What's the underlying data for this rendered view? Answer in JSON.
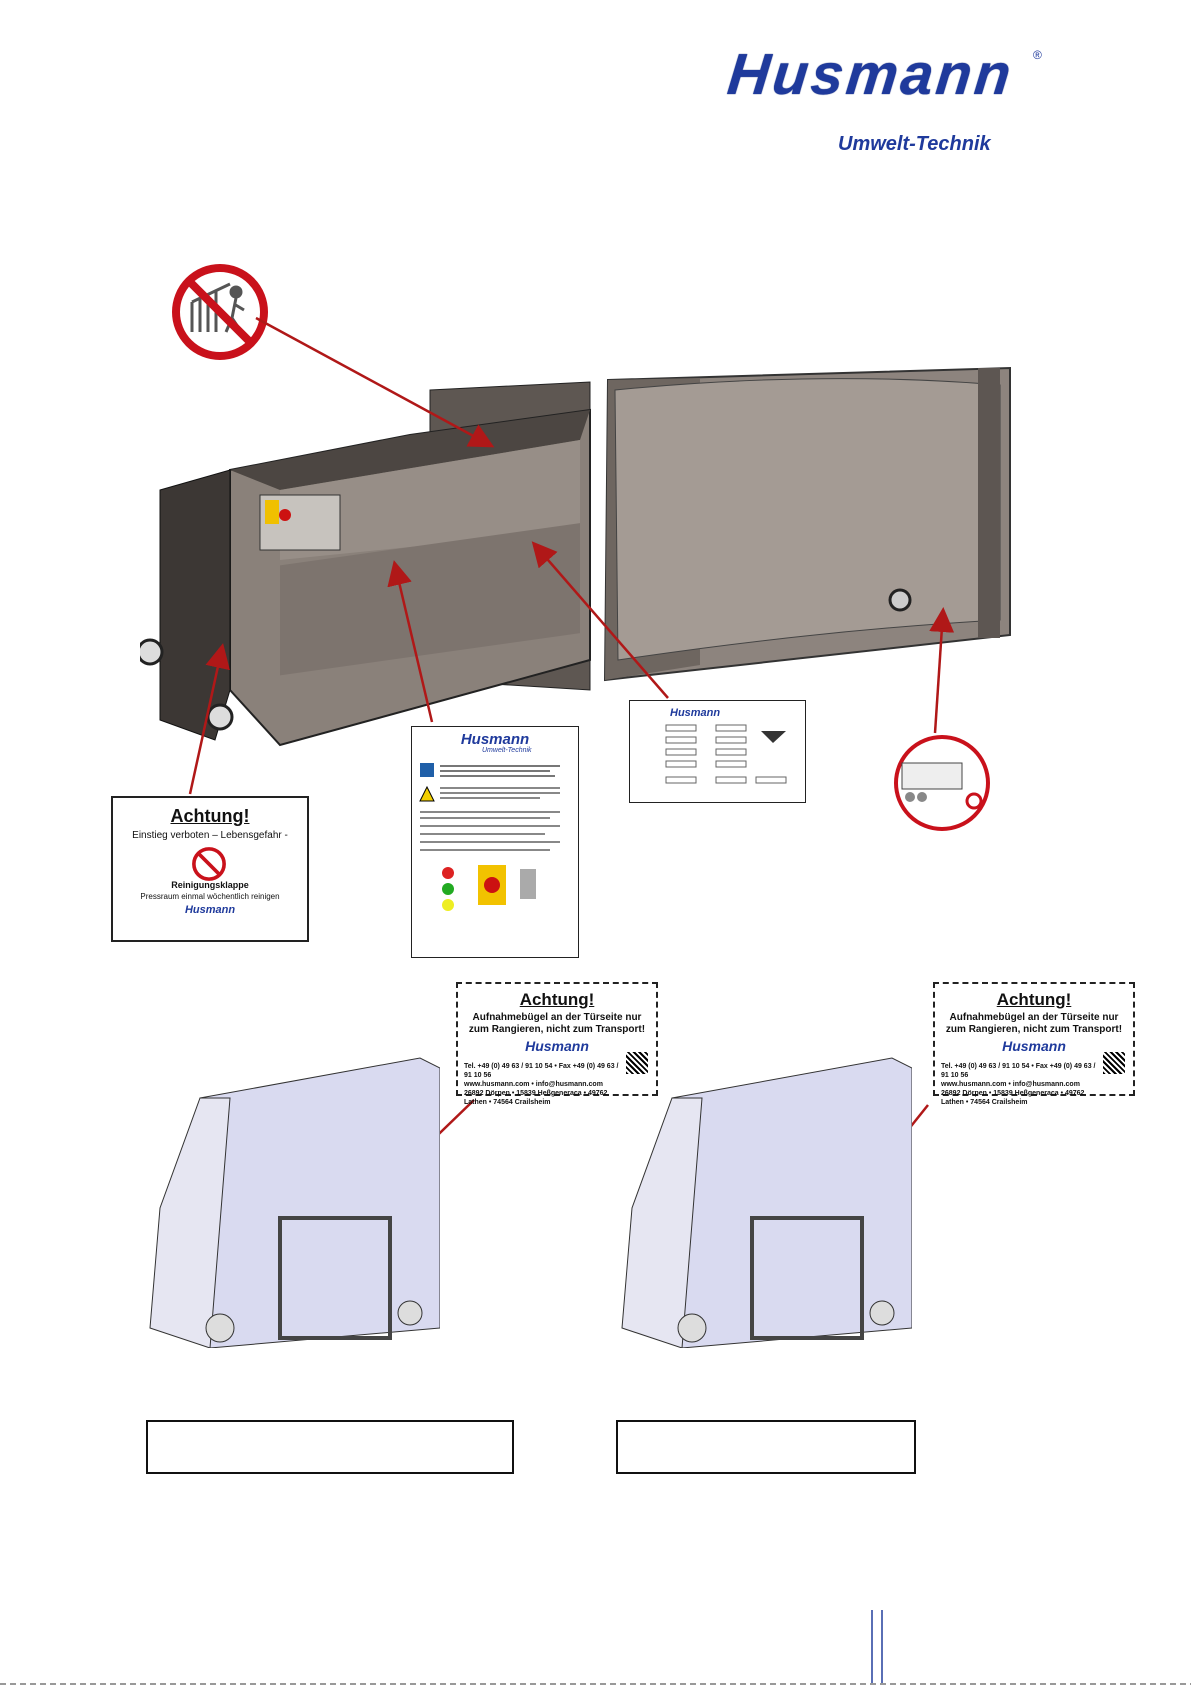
{
  "logo": {
    "name": "Husmann",
    "registered": "®",
    "subtitle": "Umwelt-Technik"
  },
  "sign_entry": {
    "title": "Achtung!",
    "subtitle": "Einstieg verboten – Lebensgefahr -",
    "label": "Reinigungsklappe",
    "text": "Pressraum einmal wöchentlich reinigen",
    "brand": "Husmann"
  },
  "sheet": {
    "brand": "Husmann",
    "brand_sub": "Umwelt-Technik"
  },
  "plate": {
    "brand": "Husmann"
  },
  "sign_door": {
    "title": "Achtung!",
    "text": "Aufnahmebügel an der Türseite nur zum Rangieren, nicht zum Transport!",
    "brand": "Husmann",
    "contact": "Tel. +49 (0) 49 63 / 91 10 54 • Fax +49 (0) 49 63 / 91 10 56",
    "web": "www.husmann.com • info@husmann.com",
    "addr": "26892 Dörpen • 15839 Heßgeneraca • 49762 Lathen • 74564 Crailsheim"
  },
  "colors": {
    "brand": "#1f3a9c",
    "arrow": "#b01818",
    "steel": "#8d847e",
    "door": "#d9daf0"
  }
}
